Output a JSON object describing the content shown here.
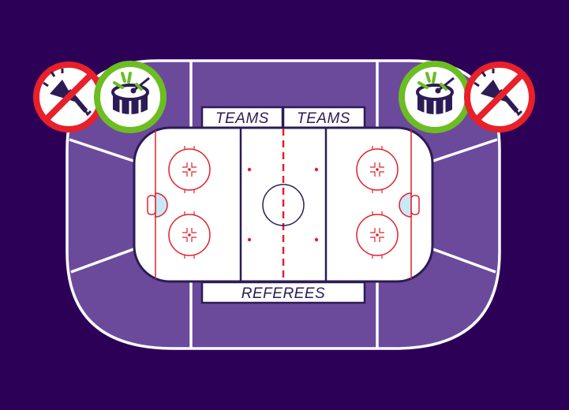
{
  "labels": {
    "bench_left": "TEAMS",
    "bench_right": "TEAMS",
    "referees": "REFEREES"
  },
  "icons": {
    "left_prohibited": "no-air-horn-icon",
    "left_allowed": "drum-icon",
    "right_allowed": "drum-icon",
    "right_prohibited": "no-air-horn-icon"
  },
  "colors": {
    "background": "#2d0057",
    "arena": "#6b4a9c",
    "rink": "#ffffff",
    "line_dark": "#2d1b55",
    "line_red": "#e3202a",
    "crease": "#c8e8f8",
    "allowed": "#6cbd22",
    "prohibited": "#e8202a"
  }
}
